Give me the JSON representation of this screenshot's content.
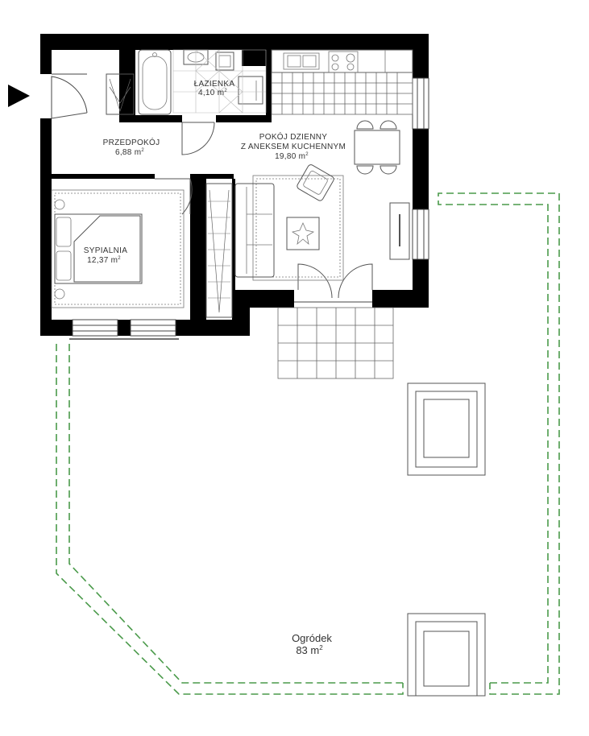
{
  "rooms": {
    "lazienka": {
      "name": "ŁAZIENKA",
      "area": "4,10 m"
    },
    "przedpokoj": {
      "name": "PRZEDPOKÓJ",
      "area": "6,88 m"
    },
    "dzienny": {
      "name_line1": "POKÓJ DZIENNY",
      "name_line2": "Z ANEKSEM KUCHENNYM",
      "area": "19,80 m"
    },
    "sypialnia": {
      "name": "SYPIALNIA",
      "area": "12,37 m"
    }
  },
  "garden": {
    "name": "Ogródek",
    "area": "83 m"
  },
  "units": {
    "exponent": "2"
  },
  "colors": {
    "wall": "#000000",
    "garden_outline": "#4a9a4a",
    "lines": "#555555"
  },
  "icons": {
    "entrance": "triangle-right"
  }
}
